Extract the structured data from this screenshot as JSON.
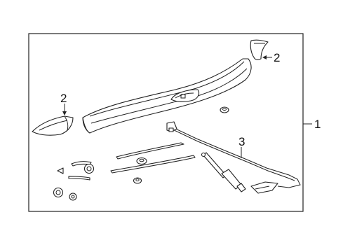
{
  "callouts": {
    "assembly": "1",
    "end_cap_right": "2",
    "end_cap_left": "2",
    "rod": "3"
  }
}
